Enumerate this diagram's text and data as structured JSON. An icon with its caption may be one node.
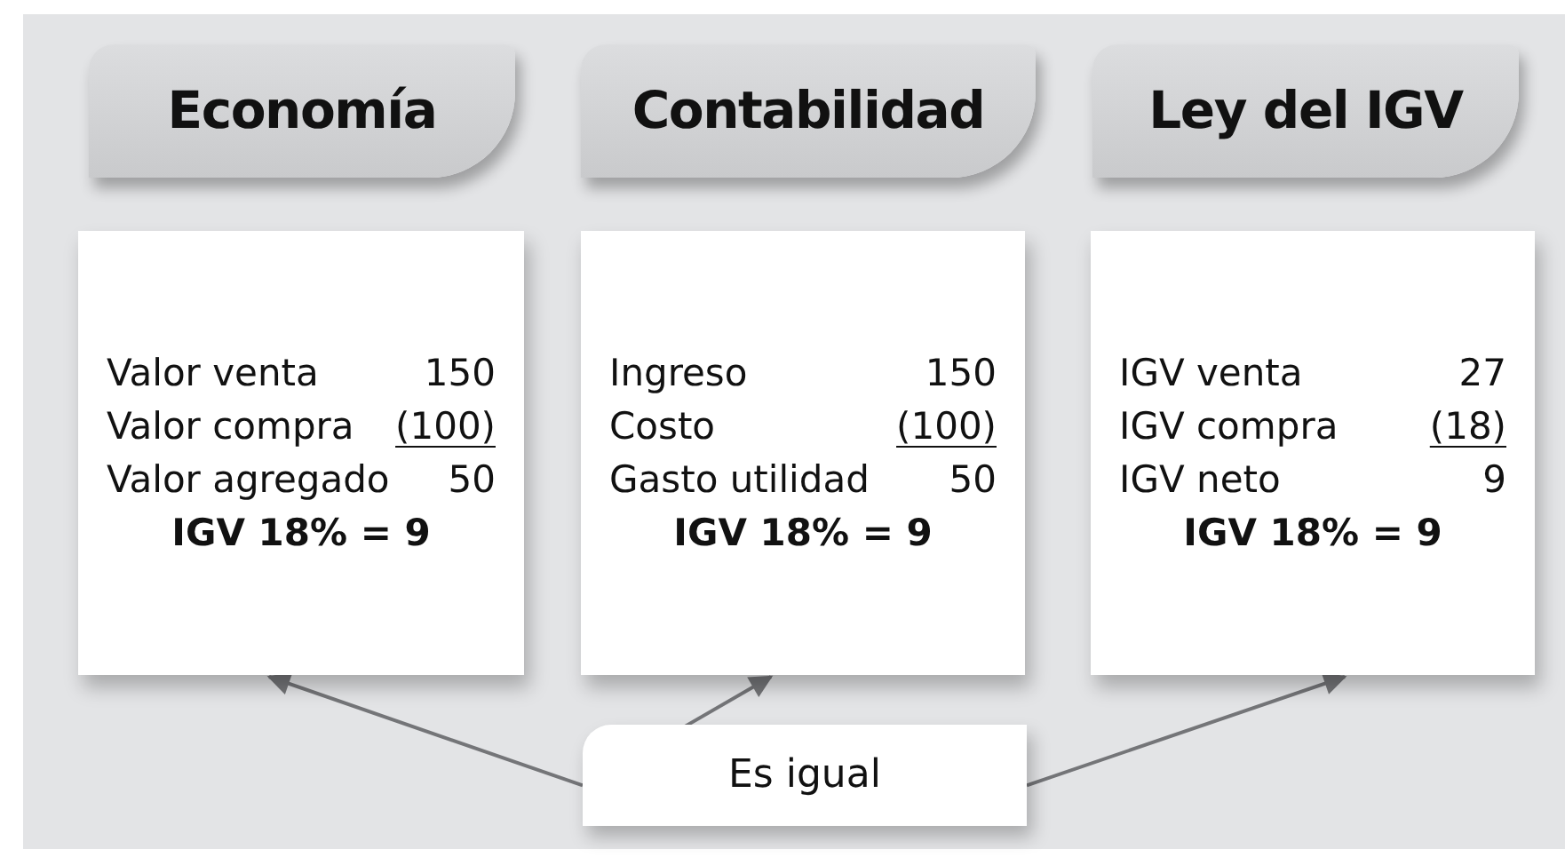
{
  "diagram": {
    "nodes": [
      {
        "text": [
          "Economía"
        ]
      },
      {
        "text": [
          "Valor venta",
          "150",
          "Valor compra",
          "(100)",
          "Valor agregado",
          "50",
          "IGV 18% = 9"
        ]
      },
      {
        "text": [
          "Contabilidad"
        ]
      },
      {
        "text": [
          "Ingreso",
          "150",
          "Costo",
          "(100)",
          "Gasto utilidad",
          "50",
          "IGV 18% = 9"
        ]
      },
      {
        "text": [
          "Ley del IGV"
        ]
      },
      {
        "text": [
          "IGV venta",
          "27",
          "IGV compra",
          "(18)",
          "IGV neto",
          "9",
          "IGV 18% = 9"
        ]
      },
      {
        "text": [
          "Es igual"
        ]
      }
    ],
    "edges": [
      {
        "from": 6,
        "to": 1,
        "arrow": "to"
      },
      {
        "from": 6,
        "to": 3,
        "arrow": "to"
      },
      {
        "from": 6,
        "to": 5,
        "arrow": "to"
      }
    ]
  }
}
